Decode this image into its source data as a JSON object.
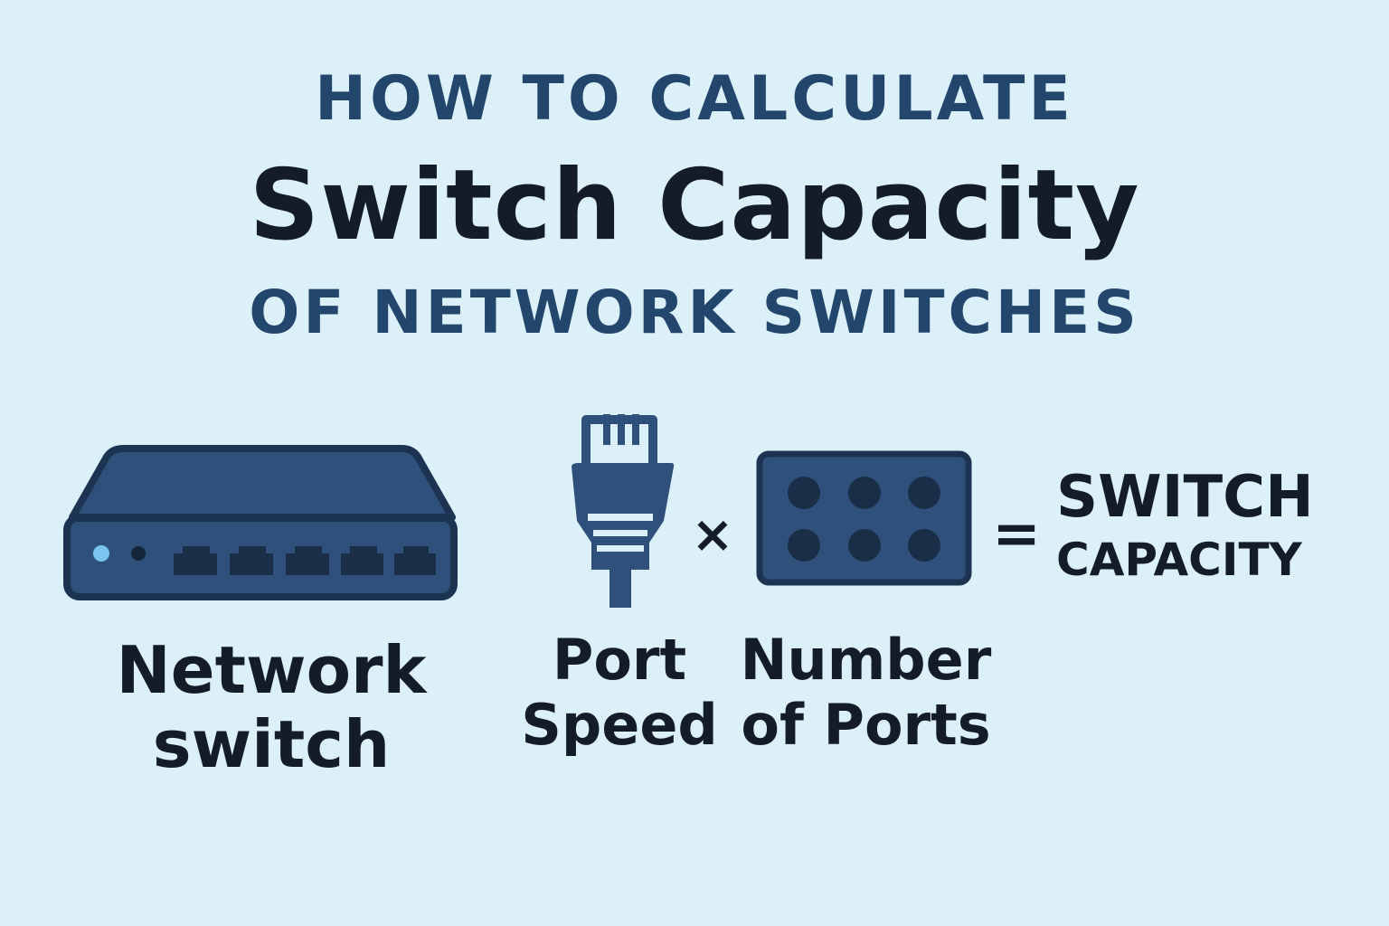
{
  "heading": {
    "line1": "HOW TO CALCULATE",
    "line2": "Switch Capacity",
    "line3": "OF NETWORK SWITCHES"
  },
  "labels": {
    "switch_line1": "Network",
    "switch_line2": "switch",
    "speed_line1": "Port",
    "speed_line2": "Speed",
    "ports_line1": "Number",
    "ports_line2": "of Ports",
    "result_line1": "SWITCH",
    "result_line2": "CAPACITY"
  },
  "operators": {
    "times": "×",
    "equals": "="
  },
  "colors": {
    "background": "#dcf0fa",
    "device_fill": "#2f507a",
    "device_outline": "#1c3452",
    "heading_blue": "#23466c",
    "text_dark": "#141c28",
    "led_on": "#7cc4f0"
  },
  "icons": {
    "switch": "network-switch-icon",
    "cable": "ethernet-cable-icon",
    "port_panel": "port-panel-icon"
  }
}
